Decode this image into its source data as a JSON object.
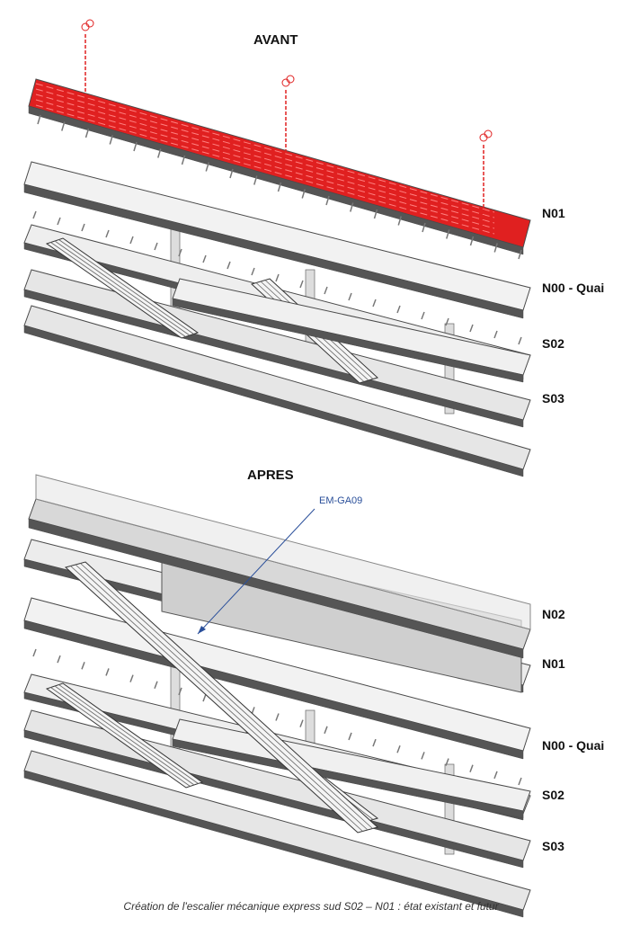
{
  "before": {
    "title": "AVANT",
    "levels": [
      "N01",
      "N00 - Quai",
      "S02",
      "S03"
    ]
  },
  "after": {
    "title": "APRES",
    "annotation": "EM-GA09",
    "levels": [
      "N02",
      "N01",
      "N00 - Quai",
      "S02",
      "S03"
    ]
  },
  "caption": "Création de l'escalier mécanique express sud S02 – N01 : état existant et futur",
  "colors": {
    "demolition": "#e02020",
    "slab": "#e6e6e6",
    "edge": "#4a4a4a",
    "annotation": "#2a4f9a"
  }
}
